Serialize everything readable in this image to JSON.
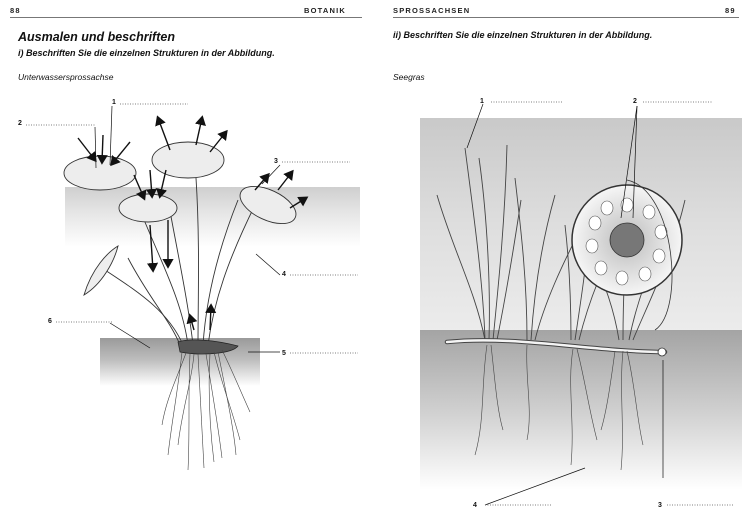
{
  "left_page": {
    "page_number": "88",
    "running_title": "BOTANIK",
    "section_heading": "Ausmalen und beschriften",
    "task": "i) Beschriften Sie die einzelnen Strukturen in der Abbildung.",
    "figure_caption": "Unterwassersprossachse",
    "labels": [
      "1",
      "2",
      "3",
      "4",
      "5",
      "6"
    ]
  },
  "right_page": {
    "page_number": "89",
    "running_title": "SPROSSACHSEN",
    "task": "ii) Beschriften Sie die einzelnen Strukturen in der Abbildung.",
    "figure_caption": "Seegras",
    "labels": [
      "1",
      "2",
      "3",
      "4"
    ]
  }
}
